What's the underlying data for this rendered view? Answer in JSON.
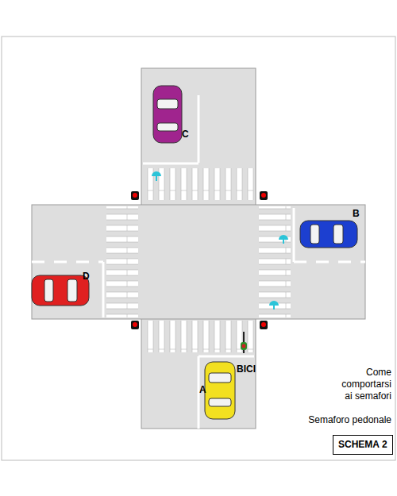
{
  "diagram": {
    "nodes": [
      {
        "text": [
          "SCHEMA 2"
        ]
      }
    ],
    "labels": [
      "C",
      "B",
      "D",
      "BICI",
      "A",
      "Come comportarsi ai semafori",
      "Semaforo pedonale"
    ]
  }
}
